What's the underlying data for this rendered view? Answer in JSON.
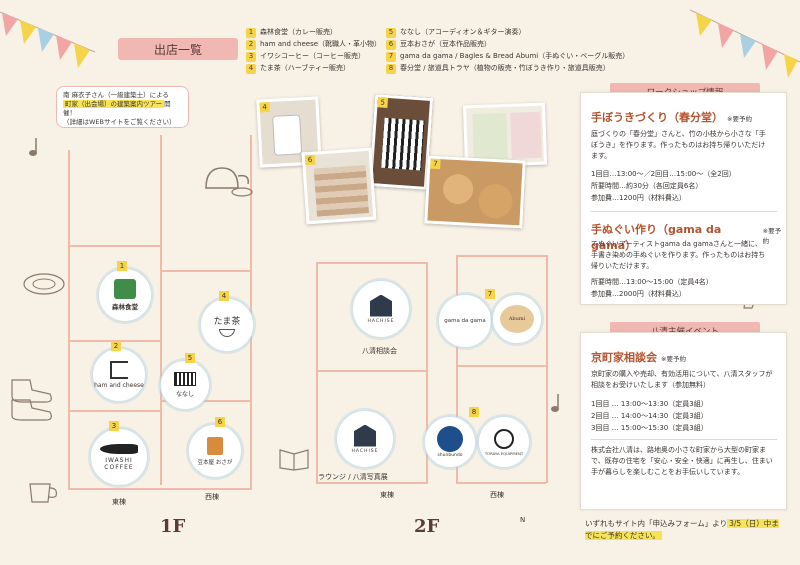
{
  "section_title": "出店一覧",
  "legend": [
    {
      "num": "1",
      "text": "森林食堂（カレー販売）"
    },
    {
      "num": "2",
      "text": "ham and cheese（靴職人・革小物）"
    },
    {
      "num": "3",
      "text": "イワシコーヒー（コーヒー販売）"
    },
    {
      "num": "4",
      "text": "たま茶（ハーブティー販売）"
    },
    {
      "num": "5",
      "text": "ななし（アコーディオン＆ギター演奏）"
    },
    {
      "num": "6",
      "text": "豆本おさが（豆本作品販売）"
    },
    {
      "num": "7",
      "text": "gama da gama / Bagles & Bread Abumi（手ぬぐい・ベーグル販売）"
    },
    {
      "num": "8",
      "text": "春分堂 / 旅道具トラヤ（植物の販売・竹ぼうき作り・旅道具販売）"
    }
  ],
  "callout": {
    "line1": "南 麻衣子さん（一級建築士）による",
    "highlight": "町家（出会場）の建築案内ツアー",
    "line2": "開催！",
    "line3": "（詳細はWEBサイトをご覧ください）"
  },
  "photo_numbers": [
    "4",
    "5",
    "6",
    "7"
  ],
  "map": {
    "floor1": "1F",
    "floor2": "2F",
    "east": "東棟",
    "west": "西棟",
    "north": "N",
    "shops": [
      {
        "num": "1",
        "name": "森林食堂"
      },
      {
        "num": "2",
        "name": "ham and cheese"
      },
      {
        "num": "3",
        "name": "IWASHI COFFEE"
      },
      {
        "num": "4",
        "name": "たま茶"
      },
      {
        "num": "5",
        "name": "ななし"
      },
      {
        "num": "6",
        "name": "豆本屋 おさが"
      },
      {
        "num": "7",
        "name": "gama da gama"
      },
      {
        "num": "8",
        "name": "shunbundo / TORAYA EQUIPMENT"
      }
    ],
    "hachise_logo": "HACHISE",
    "room_consult": "八清相談会",
    "room_lounge": "ラウンジ / 八清写真展",
    "toraya": "TORAYA EQUIPMENT",
    "shunbundo": "shunbundo",
    "abumi": "Abumi"
  },
  "workshop": {
    "header": "ワークショップ情報",
    "w1_title": "手ぼうきづくり（春分堂）",
    "w1_req": "※要予約",
    "w1_desc": "庭づくりの「春分堂」さんと、竹の小枝から小さな「手ぼうき」を作ります。作ったものはお持ち帰りいただけます。",
    "w1_time": "1回目…13:00～／2回目…15:00～（全2回）",
    "w1_dur": "所要時間…約30分（各回定員6名）",
    "w1_fee": "参加費…1200円（材料費込）",
    "w2_title": "手ぬぐい作り（gama da gama）",
    "w2_req": "※要予約",
    "w2_desc": "てぬぐいアーティストgama da gamaさんと一緒に、手書き染めの手ぬぐいを作ります。作ったものはお持ち帰りいただけます。",
    "w2_time": "所要時間…13:00～15:00（定員4名）",
    "w2_fee": "参加費…2000円（材料費込）"
  },
  "event": {
    "header": "八清主催イベント",
    "title": "京町家相談会",
    "req": "※要予約",
    "desc": "京町家の購入や売却、有効活用について、八清スタッフが相談をお受けいたします（参加無料）",
    "slot1": "1回目 … 13:00～13:30（定員3組）",
    "slot2": "2回目 … 14:00～14:30（定員3組）",
    "slot3": "3回目 … 15:00～15:30（定員3組）",
    "company": "株式会社八清は、路地奥の小さな町家から大型の町家まで、既存の住宅を「安心・安全・快適」に再生し、住まい手が暮らしを楽しむことをお手伝いしています。"
  },
  "footer": {
    "pre": "いずれもサイト内「申込みフォーム」より",
    "highlight": "3/5（日）中までにご予約ください。"
  },
  "colors": {
    "pink": "#f1b7b2",
    "yellow": "#f6d44a",
    "wall": "#f0b9a8",
    "accent": "#b5542f",
    "bunting": [
      "#f2a5a5",
      "#f6d44a",
      "#a9cfe3",
      "#f2a5a5",
      "#f6d44a",
      "#a9cfe3"
    ]
  }
}
